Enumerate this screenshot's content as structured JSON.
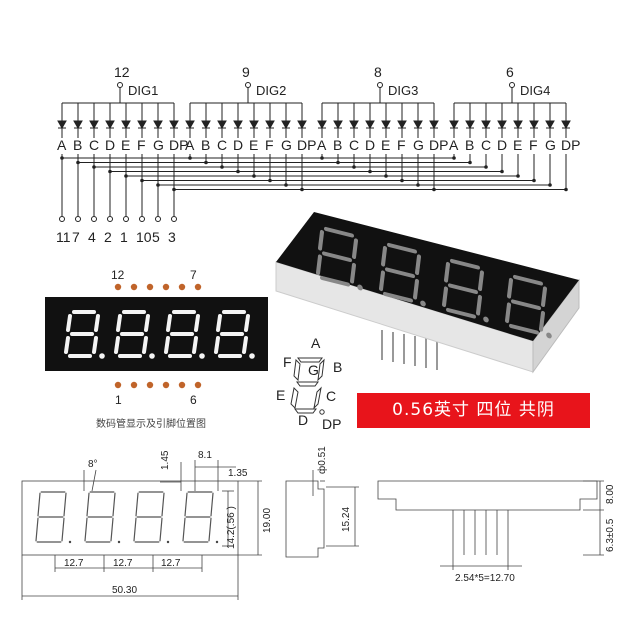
{
  "schematic": {
    "digits": [
      {
        "label": "DIG1",
        "pin": "12"
      },
      {
        "label": "DIG2",
        "pin": "9"
      },
      {
        "label": "DIG3",
        "pin": "8"
      },
      {
        "label": "DIG4",
        "pin": "6"
      }
    ],
    "segment_labels": [
      "A",
      "B",
      "C",
      "D",
      "E",
      "F",
      "G",
      "DP"
    ],
    "bottom_pins": [
      "11",
      "7",
      "4",
      "2",
      "1",
      "10",
      "5",
      "3"
    ]
  },
  "front_view": {
    "top_pin_left": "12",
    "top_pin_right": "7",
    "bottom_pin_left": "1",
    "bottom_pin_right": "6",
    "caption": "数码管显示及引脚位置图"
  },
  "segment_map": {
    "labels": {
      "a": "A",
      "b": "B",
      "c": "C",
      "d": "D",
      "e": "E",
      "f": "F",
      "g": "G",
      "dp": "DP"
    }
  },
  "badge": {
    "text": "0.56英寸 四位 共阴"
  },
  "dimensions": {
    "angle": "8°",
    "d_145": "1.45",
    "d_81": "8.1",
    "d_135": "1.35",
    "d_142": "14.2(.56 )",
    "d_1900": "19.00",
    "d_127": "12.7",
    "d_5030": "50.30",
    "d_051": "ф0.51",
    "d_1524": "15.24",
    "d_800": "8.00",
    "d_63": "6.3±0.5",
    "d_pitch": "2.54*5=12.70"
  },
  "colors": {
    "led_red": "#e8141b",
    "pin_dot": "#c0642a",
    "display_body": "#111111"
  }
}
